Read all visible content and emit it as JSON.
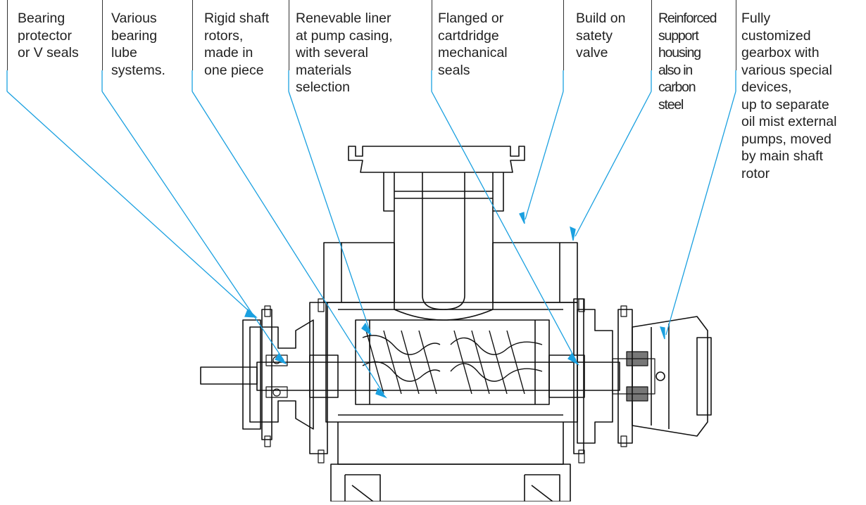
{
  "colors": {
    "leader": "#1aa0e0",
    "drawing": "#111111",
    "text": "#222222"
  },
  "callouts": [
    {
      "text": "Bearing\nprotector\nor V seals"
    },
    {
      "text": "Various\nbearing\nlube\nsystems."
    },
    {
      "text": "Rigid shaft\nrotors,\nmade in\none piece"
    },
    {
      "text": "Renevable liner\nat pump casing,\nwith several\nmaterials\nselection"
    },
    {
      "text": "Flanged or\ncartdridge\nmechanical\nseals"
    },
    {
      "text": "Build on\nsatety\nvalve"
    },
    {
      "text": "Reinforced\nsupport\nhousing\nalso in\ncarbon\nsteel"
    },
    {
      "text": "Fully\ncustomized\ngearbox with\nvarious special\ndevices,\nup to separate\noil mist external\npumps, moved\nby main shaft\nrotor"
    }
  ]
}
